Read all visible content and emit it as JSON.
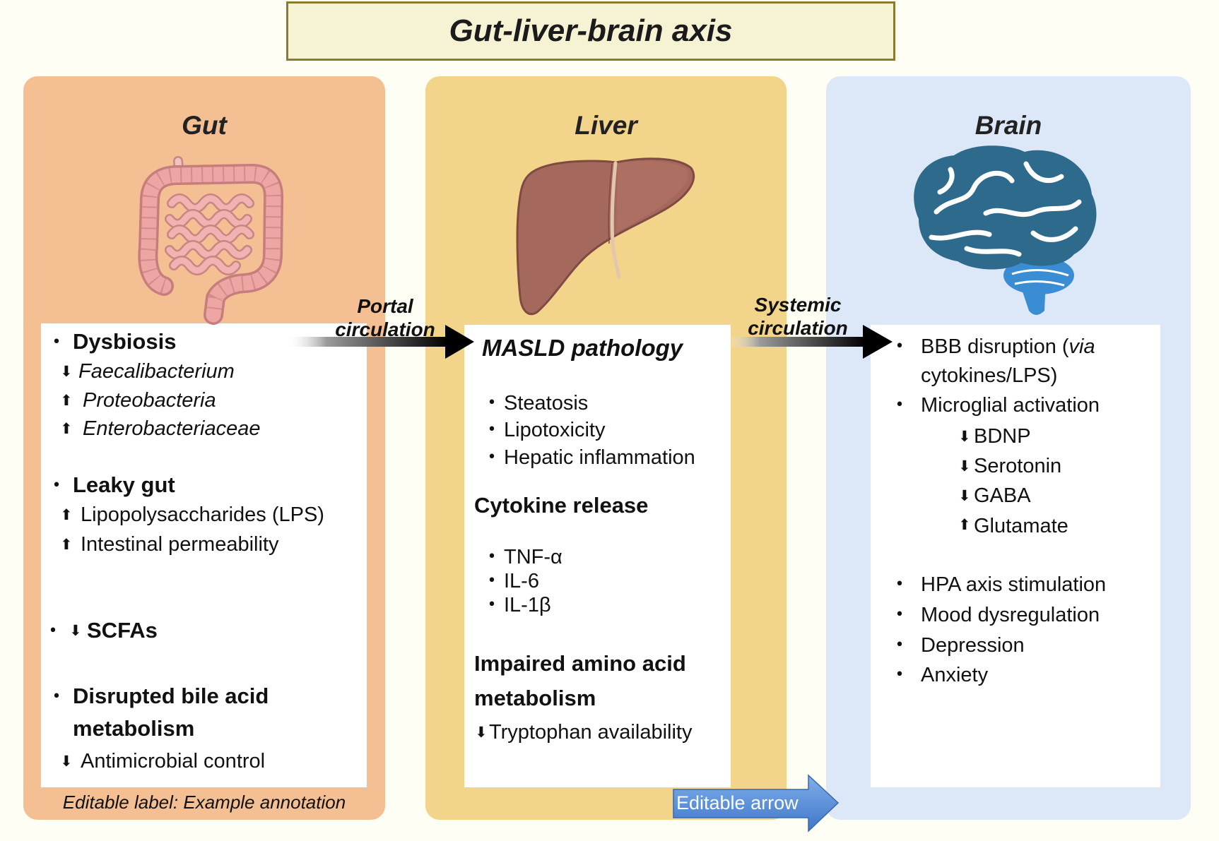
{
  "title": "Gut-liver-brain axis",
  "icons": {
    "bullet": "•"
  },
  "colors": {
    "page_background": "#FFFEF4",
    "title_fill": "#F5F3D4",
    "title_border": "#8C7B2E",
    "gut_panel": "#F5BF94",
    "liver_panel": "#F2D48A",
    "brain_panel": "#DCE8F7",
    "editable_arrow": "#4A80D0"
  },
  "gut": {
    "header": "Gut",
    "dysbiosis": {
      "label": "Dysbiosis",
      "items": [
        {
          "arrow": "⬇",
          "text": "Faecalibacterium"
        },
        {
          "arrow": "⬆",
          "text": "Proteobacteria"
        },
        {
          "arrow": "⬆",
          "text": "Enterobacteriaceae"
        }
      ]
    },
    "leaky_gut": {
      "label": "Leaky gut",
      "items": [
        {
          "arrow": "⬆",
          "text": "Lipopolysaccharides (LPS)"
        },
        {
          "arrow": "⬆",
          "text": "Intestinal permeability"
        }
      ]
    },
    "scfas": {
      "arrow": "⬇",
      "label": "SCFAs"
    },
    "bile_acid": {
      "label_line1": "Disrupted bile acid",
      "label_line2": "metabolism",
      "items": [
        {
          "arrow": "⬇",
          "text": "Antimicrobial control"
        }
      ]
    },
    "annotation": "Editable label: Example annotation"
  },
  "liver": {
    "header": "Liver",
    "masld": {
      "label": "MASLD pathology",
      "items": [
        "Steatosis",
        "Lipotoxicity",
        "Hepatic inflammation"
      ]
    },
    "cytokine": {
      "label": "Cytokine release",
      "items": [
        "TNF-α",
        "IL-6",
        "IL-1β"
      ]
    },
    "amino_acid": {
      "label_line1": "Impaired amino acid",
      "label_line2": "metabolism",
      "items": [
        {
          "arrow": "⬇",
          "text": "Tryptophan availability"
        }
      ]
    }
  },
  "brain": {
    "header": "Brain",
    "bbb": {
      "text": "BBB disruption (",
      "italic": "via",
      "line2": "cytokines/LPS)"
    },
    "microglial": {
      "label": "Microglial activation",
      "items": [
        {
          "arrow": "⬇",
          "text": "BDNP"
        },
        {
          "arrow": "⬇",
          "text": "Serotonin"
        },
        {
          "arrow": "⬇",
          "text": "GABA"
        },
        {
          "arrow": "⬆",
          "text": "Glutamate"
        }
      ]
    },
    "items": [
      "HPA axis stimulation",
      "Mood dysregulation",
      "Depression",
      "Anxiety"
    ]
  },
  "arrows": {
    "portal": {
      "line1": "Portal",
      "line2": "circulation"
    },
    "systemic": {
      "line1": "Systemic",
      "line2": "circulation"
    },
    "editable": "Editable arrow"
  }
}
